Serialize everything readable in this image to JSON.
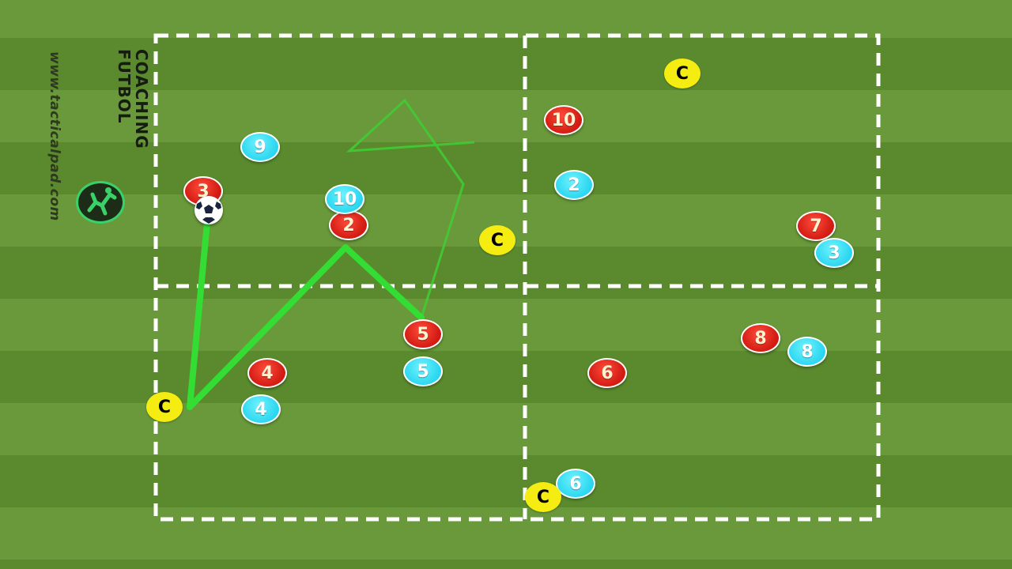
{
  "brand": {
    "url": "www.tacticalpad.com",
    "name_line1": "COACHING",
    "name_line2": "FUTBOL",
    "logo_icon": "soccer-player-logo-icon"
  },
  "colors": {
    "grass_dark": "#5a8a2d",
    "grass_light": "#69993a",
    "red_team": "#e0241a",
    "cyan_team": "#3fe0f5",
    "coach": "#f5ec12",
    "pass_line": "#33dd33"
  },
  "red_players": [
    {
      "number": "3"
    },
    {
      "number": "2"
    },
    {
      "number": "5"
    },
    {
      "number": "4"
    },
    {
      "number": "10"
    },
    {
      "number": "7"
    },
    {
      "number": "8"
    },
    {
      "number": "6"
    }
  ],
  "cyan_players": [
    {
      "number": "9"
    },
    {
      "number": "10"
    },
    {
      "number": "5"
    },
    {
      "number": "4"
    },
    {
      "number": "2"
    },
    {
      "number": "3"
    },
    {
      "number": "8"
    },
    {
      "number": "6"
    }
  ],
  "coaches": [
    {
      "label": "C"
    },
    {
      "label": "C"
    },
    {
      "label": "C"
    },
    {
      "label": "C"
    }
  ]
}
